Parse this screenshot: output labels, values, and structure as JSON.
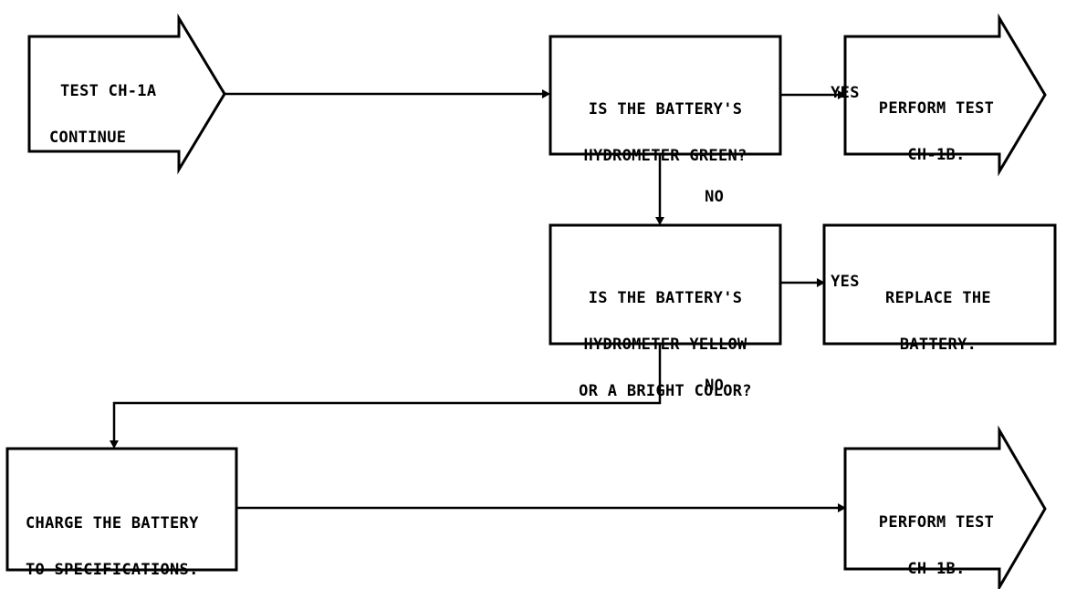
{
  "start": {
    "lines": [
      "TEST CH-1A",
      "CONTINUE"
    ]
  },
  "decision1": {
    "lines": [
      "IS THE BATTERY'S",
      "HYDROMETER GREEN?"
    ]
  },
  "decision1_yes_label": "YES",
  "decision1_no_label": "NO",
  "end1": {
    "lines": [
      "PERFORM TEST",
      "CH-1B."
    ]
  },
  "decision2": {
    "lines": [
      "IS THE BATTERY'S",
      "HYDROMETER YELLOW",
      "OR A BRIGHT COLOR?"
    ]
  },
  "decision2_yes_label": "YES",
  "decision2_no_label": "NO",
  "replace": {
    "lines": [
      "REPLACE THE",
      "BATTERY."
    ]
  },
  "charge": {
    "lines": [
      "CHARGE THE BATTERY",
      "TO SPECIFICATIONS."
    ]
  },
  "end2": {
    "lines": [
      "PERFORM TEST",
      "CH-1B."
    ]
  }
}
